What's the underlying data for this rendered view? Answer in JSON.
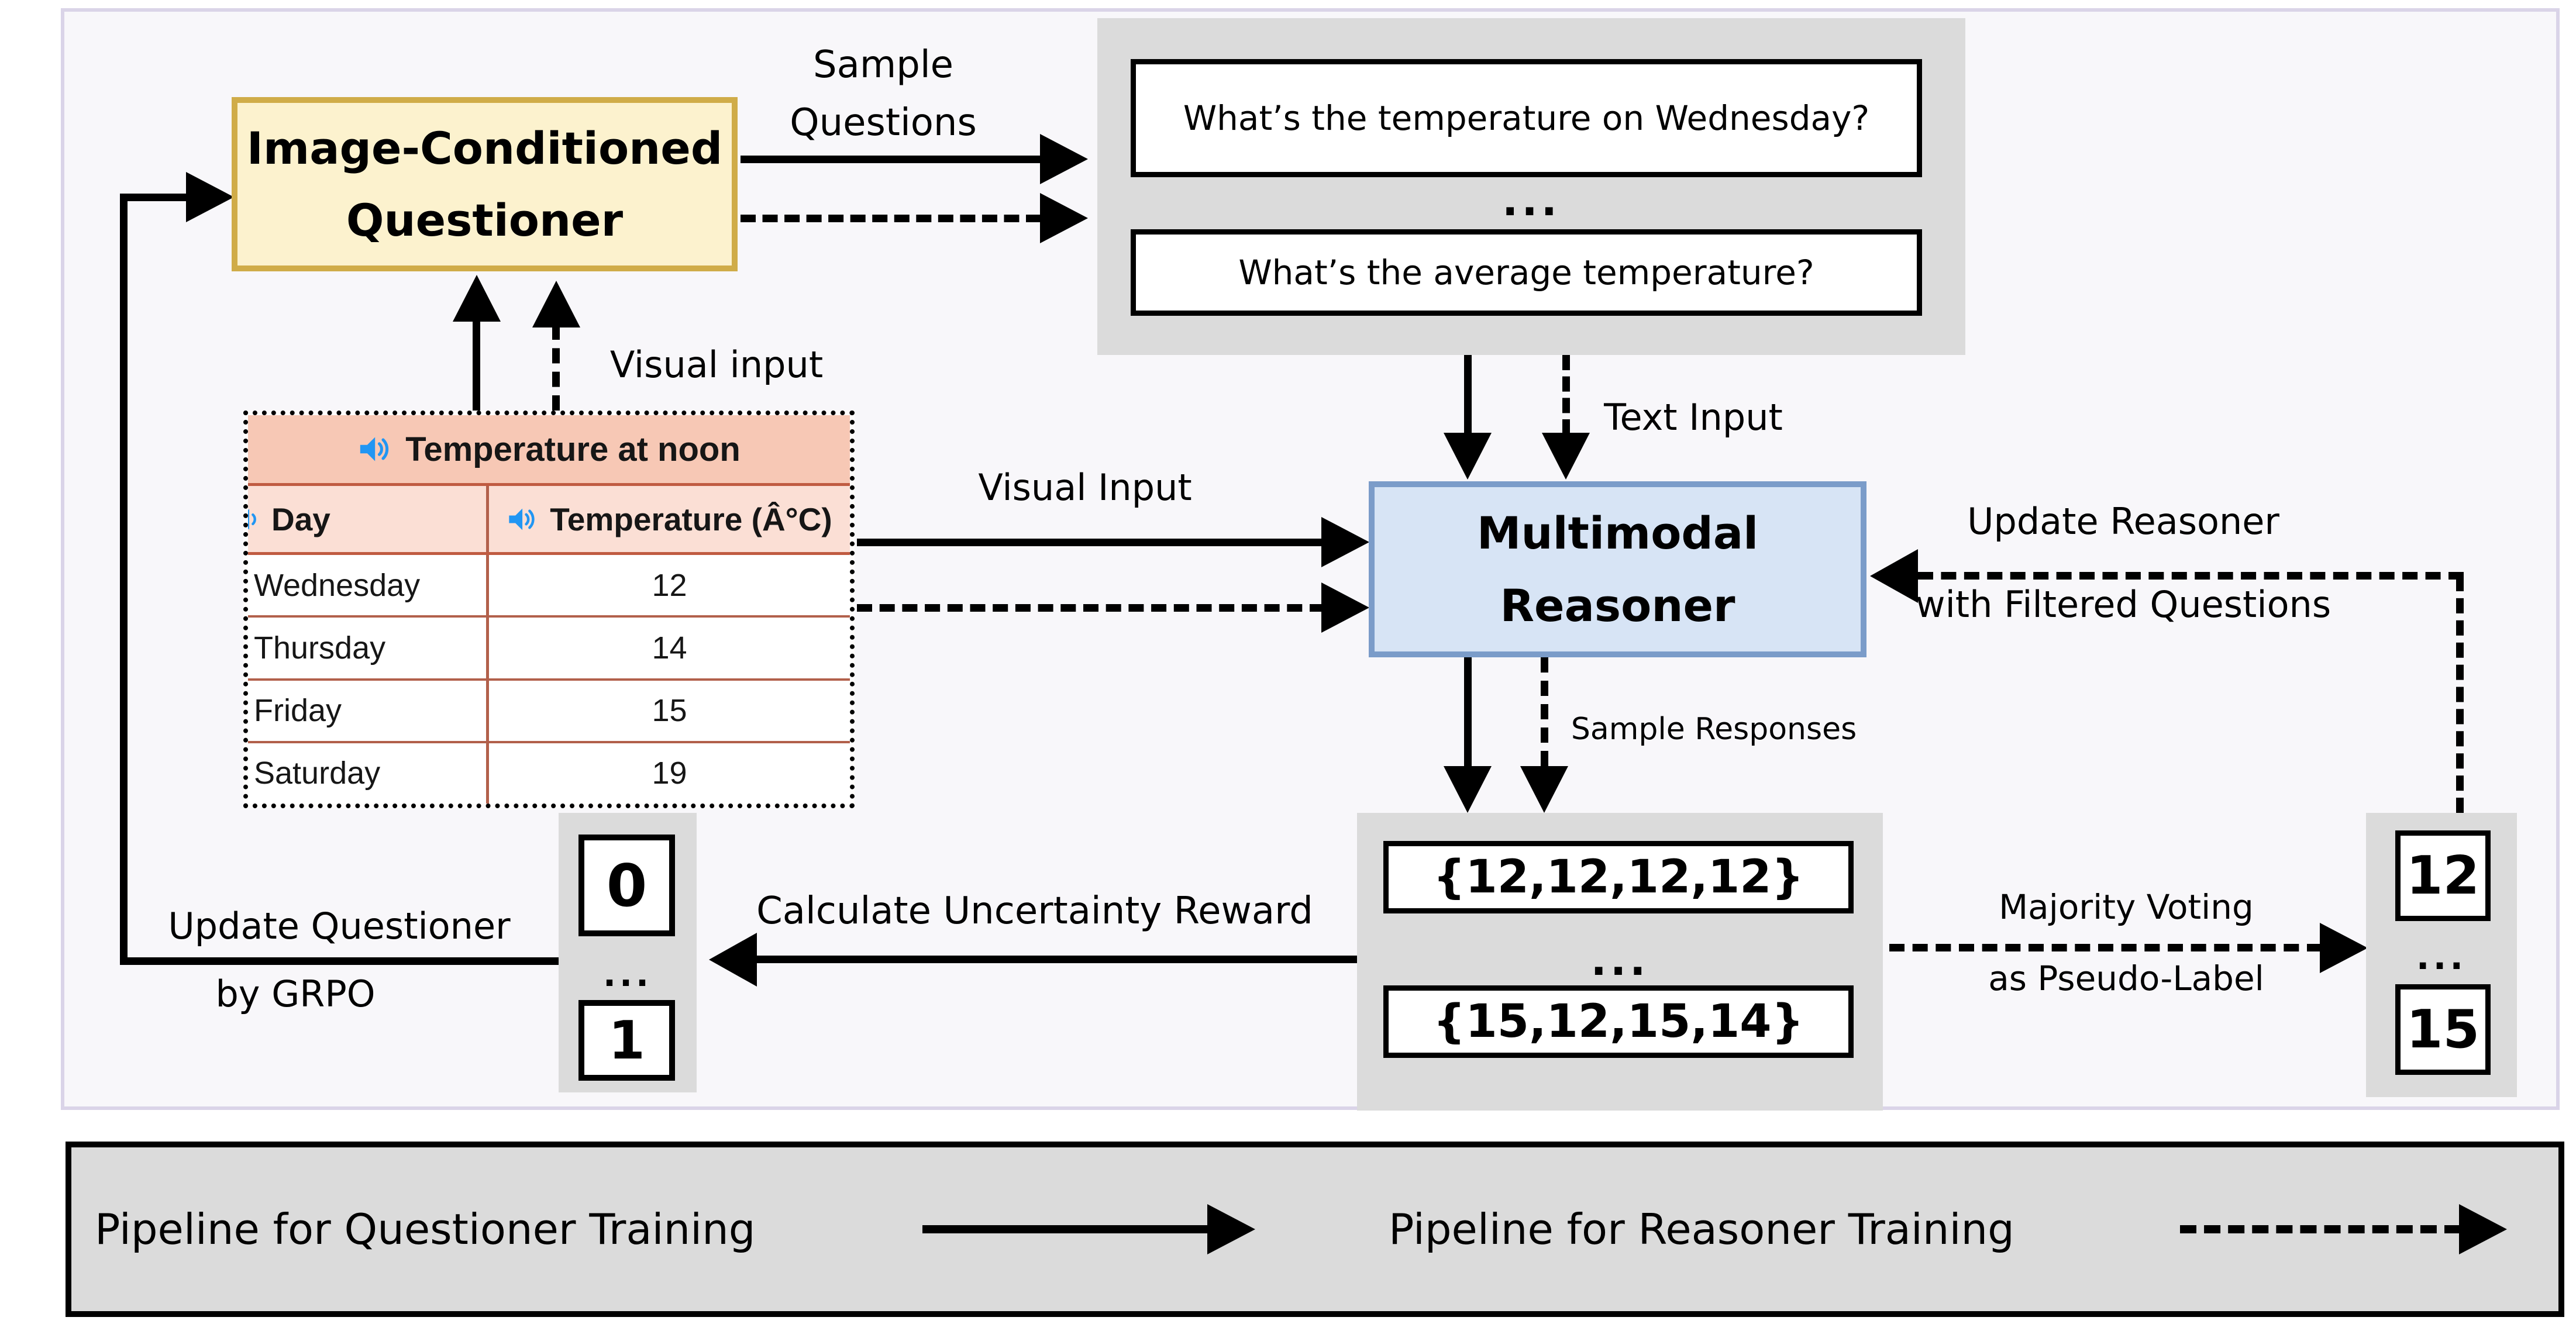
{
  "colors": {
    "panel_background": "#F8F7FA",
    "panel_border": "#DAD4E8",
    "gray_container": "#DBDBDB",
    "questioner_fill": "#FCF2CE",
    "questioner_border": "#D0AC48",
    "reasoner_fill": "#D7E4F5",
    "reasoner_border": "#7B9CC9",
    "table_title_fill": "#F7C8B5",
    "table_header_fill": "#FBDFD5",
    "table_rule": "#B2604B",
    "speaker_icon": "#2196F3",
    "arrow": "#000000"
  },
  "questioner": {
    "line1": "Image-Conditioned",
    "line2": "Questioner"
  },
  "reasoner": {
    "line1": "Multimodal",
    "line2": "Reasoner"
  },
  "questions": {
    "items": [
      "What’s the temperature on Wednesday?",
      "What’s the average temperature?"
    ],
    "ellipsis": "..."
  },
  "table": {
    "title": "Temperature at noon",
    "col_day": "Day",
    "col_temp": "Temperature (Â°C)",
    "rows": [
      {
        "day": "Wednesday",
        "temp": "12"
      },
      {
        "day": "Thursday",
        "temp": "14"
      },
      {
        "day": "Friday",
        "temp": "15"
      },
      {
        "day": "Saturday",
        "temp": "19"
      }
    ]
  },
  "responses": {
    "items": [
      "{12,12,12,12}",
      "{15,12,15,14}"
    ],
    "ellipsis": "..."
  },
  "pseudo_labels": {
    "items": [
      "12",
      "15"
    ],
    "ellipsis": "..."
  },
  "rewards": {
    "items": [
      "0",
      "1"
    ],
    "ellipsis": "..."
  },
  "labels": {
    "sample_questions": "Sample Questions",
    "visual_input_table": "Visual input",
    "visual_input_reasoner": "Visual Input",
    "text_input": "Text Input",
    "sample_responses": "Sample Responses",
    "update_reasoner_l1": "Update Reasoner",
    "update_reasoner_l2": "with Filtered Questions",
    "majority_l1": "Majority Voting",
    "majority_l2": "as Pseudo-Label",
    "calculate_reward": "Calculate Uncertainty Reward",
    "update_questioner_l1": "Update Questioner",
    "update_questioner_l2": "by GRPO"
  },
  "legend": {
    "questioner_label": "Pipeline for Questioner Training",
    "reasoner_label": "Pipeline for Reasoner Training"
  }
}
